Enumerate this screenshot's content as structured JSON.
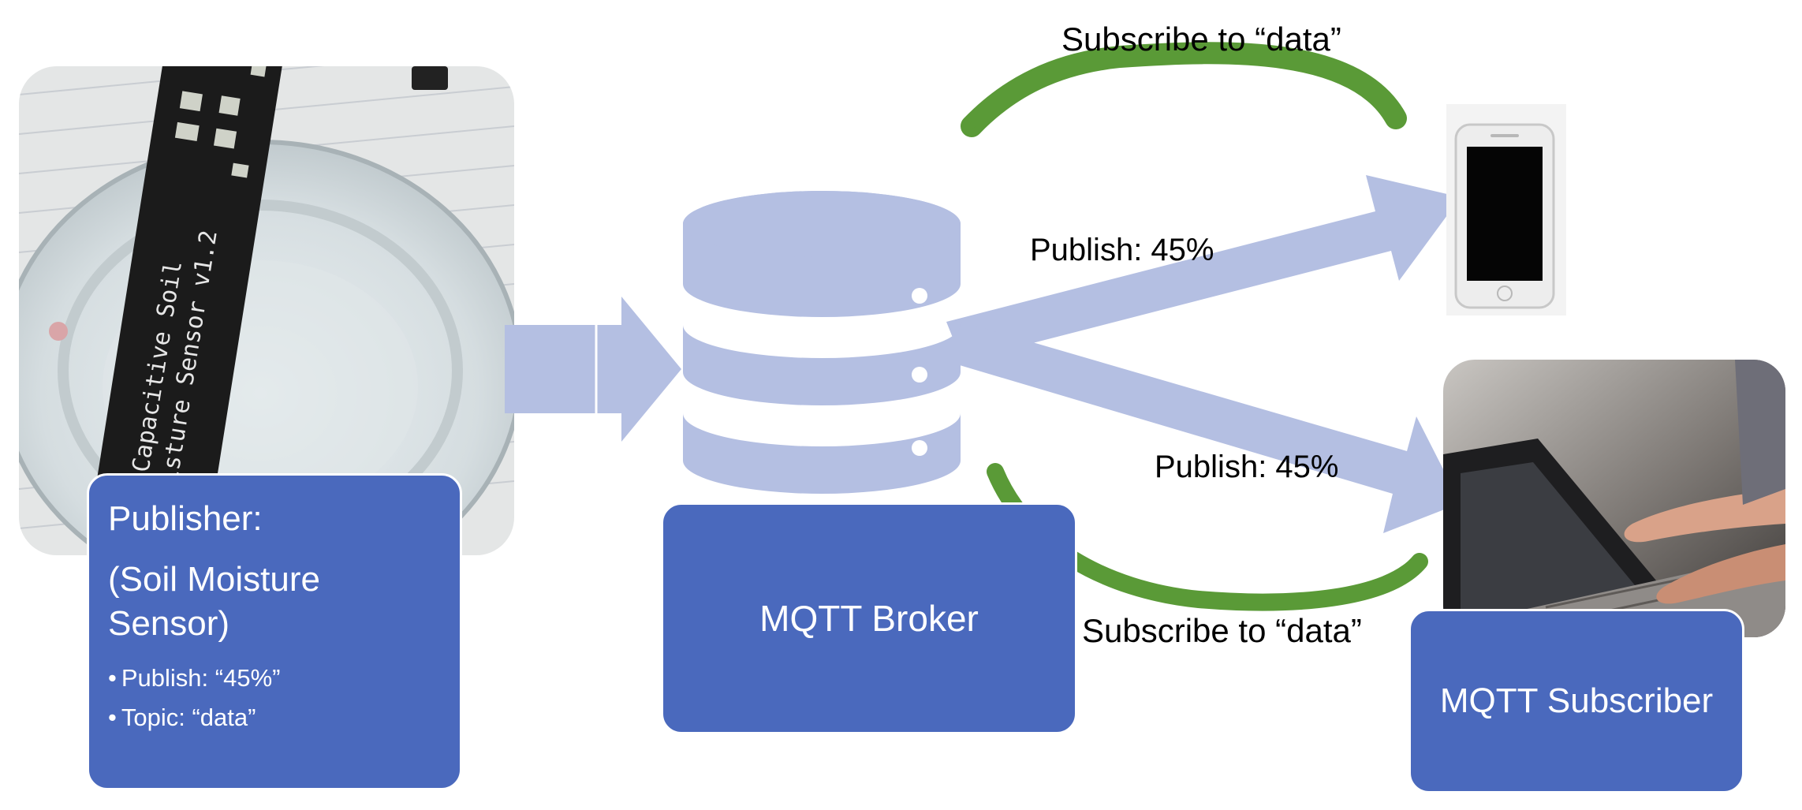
{
  "publisher": {
    "title": "Publisher:",
    "subtitle": "(Soil Moisture\nSensor)",
    "bullets": [
      "Publish: “45%”",
      "Topic: “data”"
    ]
  },
  "broker": {
    "label": "MQTT Broker"
  },
  "subscriber": {
    "label": "MQTT Subscriber"
  },
  "sensor_print": {
    "line1": "Capacitive Soil",
    "line2": "Moisture Sensor v1.2"
  },
  "arrows": {
    "subscribe_top": "Subscribe to “data”",
    "subscribe_bottom": "Subscribe to “data”",
    "publish_phone": "Publish: 45%",
    "publish_laptop": "Publish: 45%"
  },
  "colors": {
    "box_fill": "#4a69bd",
    "flow_arrow": "#b4bfe2",
    "database": "#b4bfe2",
    "subscribe_arrow": "#5a9a37"
  },
  "icons": [
    "soil-moisture-sensor-photo",
    "database-icon",
    "smartphone-photo",
    "laptop-typing-photo"
  ]
}
